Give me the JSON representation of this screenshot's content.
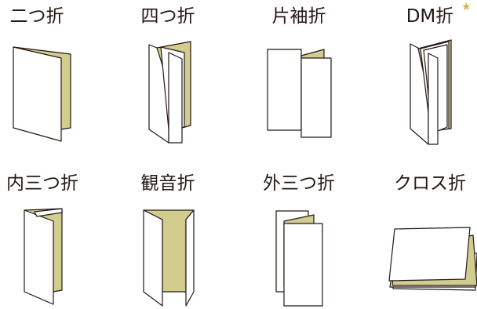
{
  "folds": [
    {
      "label": "二つ折",
      "icon": "bi-fold-illustration"
    },
    {
      "label": "四つ折",
      "icon": "quarter-fold-illustration"
    },
    {
      "label": "片袖折",
      "icon": "single-sleeve-fold-illustration"
    },
    {
      "label": "DM折",
      "icon": "dm-fold-illustration",
      "badge": "★"
    },
    {
      "label": "内三つ折",
      "icon": "inner-tri-fold-illustration"
    },
    {
      "label": "観音折",
      "icon": "gate-fold-illustration"
    },
    {
      "label": "外三つ折",
      "icon": "outer-tri-fold-illustration"
    },
    {
      "label": "クロス折",
      "icon": "cross-fold-illustration"
    }
  ],
  "colors": {
    "inner_panel": "#d2cc8f",
    "outline": "#231815",
    "star": "#d9b44a"
  }
}
